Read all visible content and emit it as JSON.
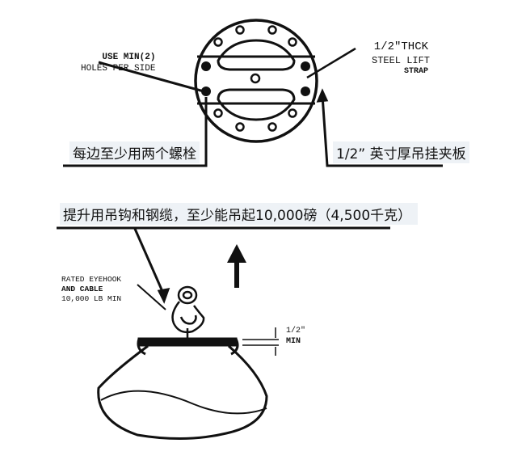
{
  "flange": {
    "left_label": [
      "USE MIN(2)",
      "HOLES PER SIDE"
    ],
    "right_label": [
      "1/2\"THCK",
      "STEEL LIFT",
      "STRAP"
    ],
    "left_cn": "每边至少用两个螺栓",
    "right_cn": "1/2” 英寸厚吊挂夹板"
  },
  "lift": {
    "banner_cn": "提升用吊钩和钢缆，至少能吊起10,000磅（4,500千克）",
    "eyehook_label": [
      "RATED EYEHOOK",
      "AND CABLE",
      "10,000 LB MIN"
    ],
    "dimension_label": [
      "1/2\"",
      "MIN"
    ]
  }
}
